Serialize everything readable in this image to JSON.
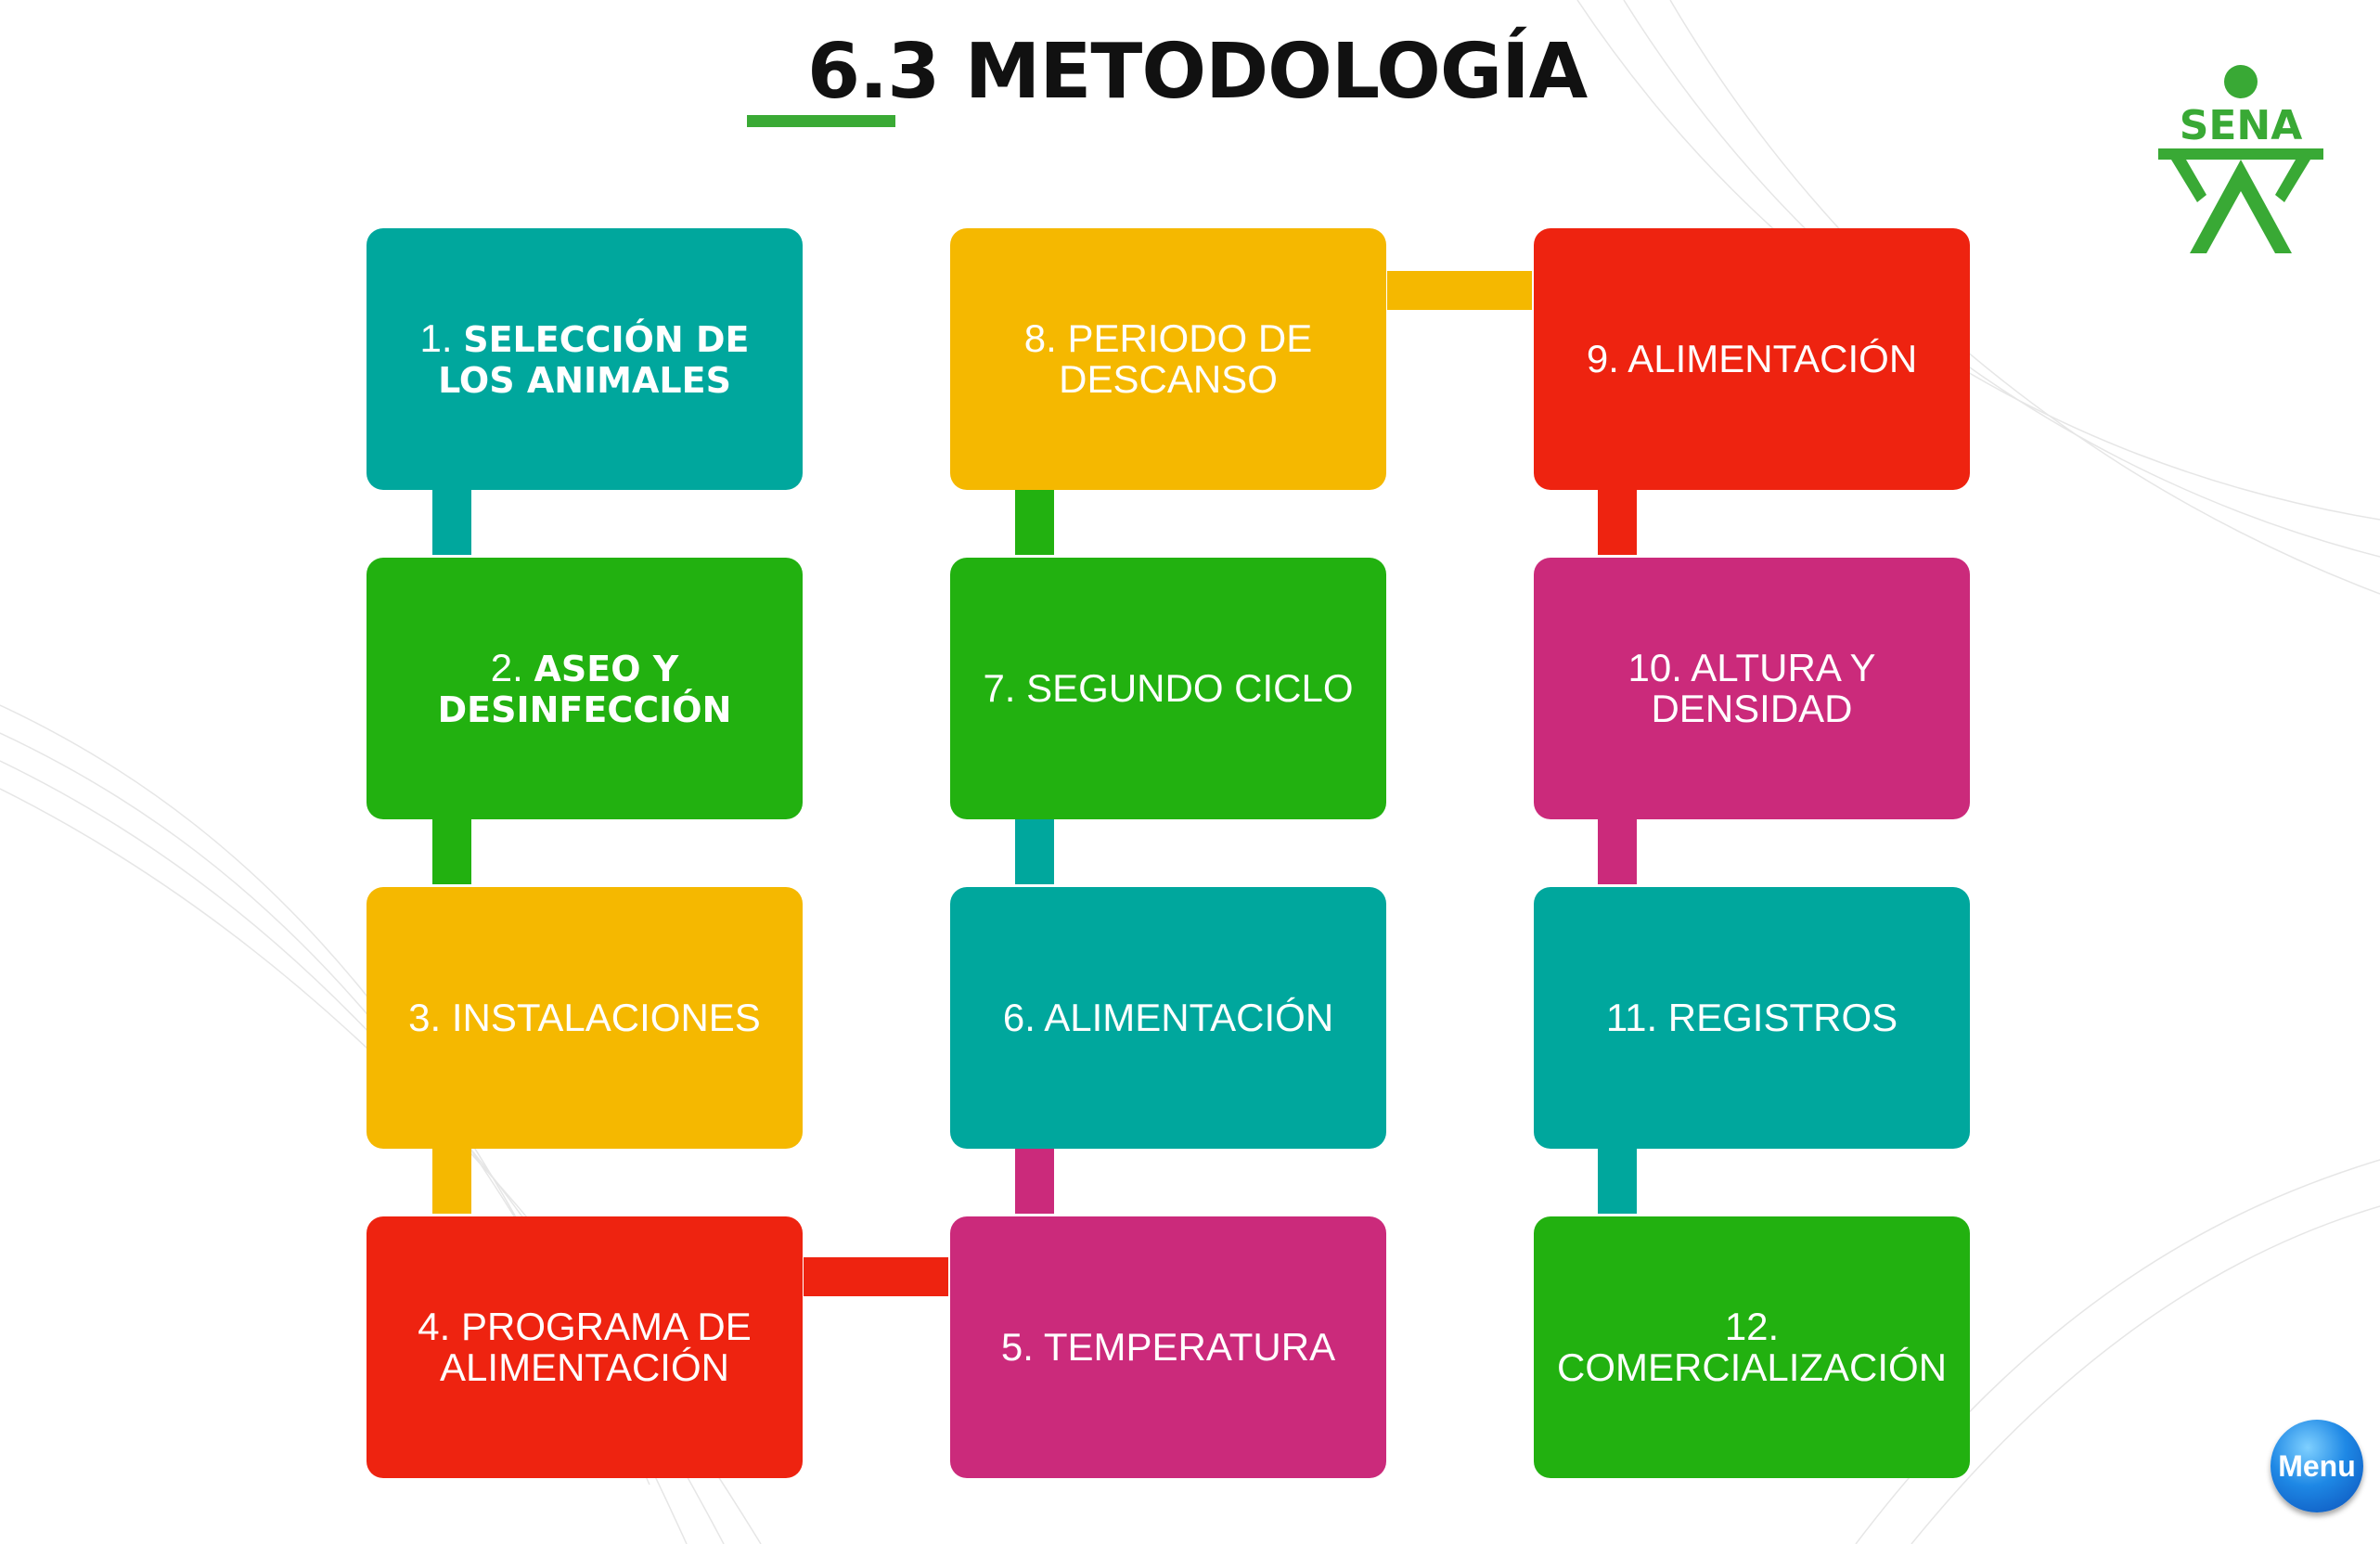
{
  "title": "6.3 METODOLOGÍA",
  "logo_text": "SENA",
  "menu_label": "Menu",
  "colors": {
    "teal": "#00a79d",
    "green": "#22b110",
    "yellow": "#f5b800",
    "red": "#ee2310",
    "magenta": "#cb2a7b",
    "title_underline": "#3aaa35",
    "logo": "#39a935"
  },
  "steps": [
    {
      "num": "1.",
      "label": "SELECCIÓN DE LOS ANIMALES",
      "color": "teal"
    },
    {
      "num": "2.",
      "label": "ASEO Y DESINFECCIÓN",
      "color": "green"
    },
    {
      "num": "",
      "label": "3. INSTALACIONES",
      "color": "yellow"
    },
    {
      "num": "",
      "label": "4. PROGRAMA DE ALIMENTACIÓN",
      "color": "red"
    },
    {
      "num": "",
      "label": "5. TEMPERATURA",
      "color": "magenta"
    },
    {
      "num": "",
      "label": "6. ALIMENTACIÓN",
      "color": "teal"
    },
    {
      "num": "",
      "label": "7. SEGUNDO CICLO",
      "color": "green"
    },
    {
      "num": "",
      "label": "8. PERIODO DE DESCANSO",
      "color": "yellow"
    },
    {
      "num": "",
      "label": "9. ALIMENTACIÓN",
      "color": "red"
    },
    {
      "num": "",
      "label": "10. ALTURA Y DENSIDAD",
      "color": "magenta"
    },
    {
      "num": "",
      "label": "11. REGISTROS",
      "color": "teal"
    },
    {
      "num": "",
      "label": "12. COMERCIALIZACIÓN",
      "color": "green"
    }
  ]
}
